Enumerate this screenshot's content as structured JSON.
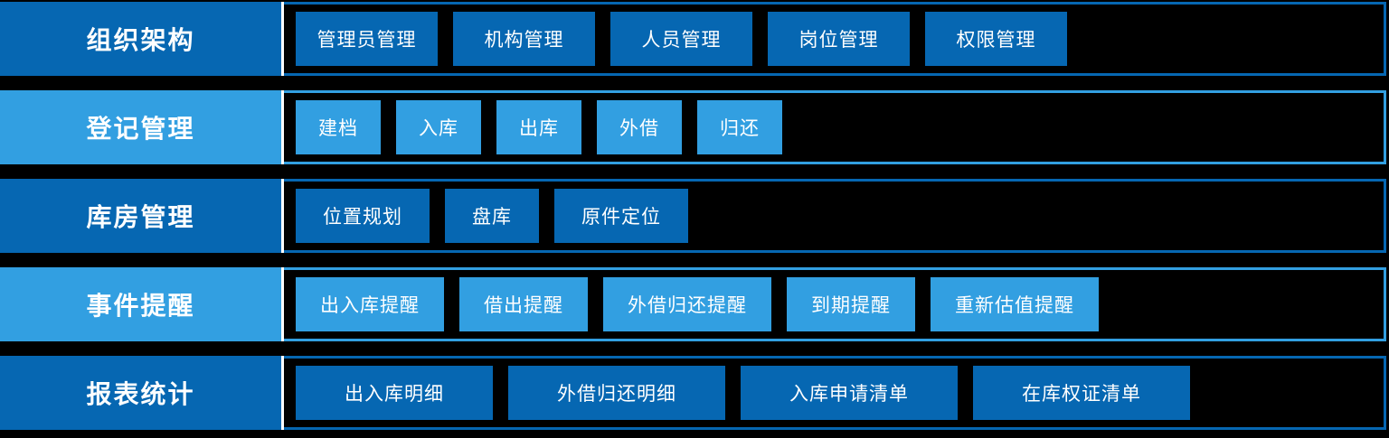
{
  "palette": {
    "dark_blue": "#0667B2",
    "light_blue": "#329FE1",
    "background": "#000000",
    "separator": "#FFFFFF",
    "text": "#FFFFFF"
  },
  "rows": [
    {
      "label": "组织架构",
      "tone": "dark",
      "items": [
        "管理员管理",
        "机构管理",
        "人员管理",
        "岗位管理",
        "权限管理"
      ]
    },
    {
      "label": "登记管理",
      "tone": "light",
      "items": [
        "建档",
        "入库",
        "出库",
        "外借",
        "归还"
      ]
    },
    {
      "label": "库房管理",
      "tone": "dark",
      "items": [
        "位置规划",
        "盘库",
        "原件定位"
      ]
    },
    {
      "label": "事件提醒",
      "tone": "light",
      "items": [
        "出入库提醒",
        "借出提醒",
        "外借归还提醒",
        "到期提醒",
        "重新估值提醒"
      ]
    },
    {
      "label": "报表统计",
      "tone": "dark",
      "items": [
        "出入库明细",
        "外借归还明细",
        "入库申请清单",
        "在库权证清单"
      ]
    }
  ]
}
